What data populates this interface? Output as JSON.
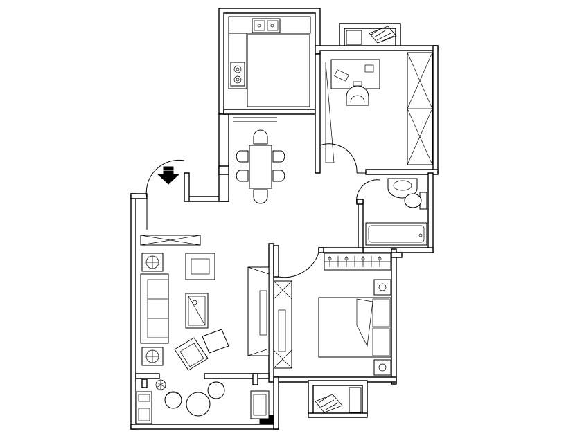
{
  "plan": {
    "line_color": "#000000",
    "background": "#ffffff",
    "entrance_icon": "down-arrow-icon",
    "rooms": [
      "kitchen",
      "study",
      "dining",
      "bathroom",
      "living-room",
      "bedroom",
      "balcony",
      "bedroom-balcony"
    ],
    "fixtures": [
      "double-sink",
      "gas-stove",
      "desk",
      "office-chair",
      "wardrobe",
      "dining-table",
      "dining-chair",
      "washbasin",
      "toilet",
      "bathtub",
      "armchair",
      "sofa",
      "coffee-table",
      "side-table-lamp",
      "tv-cabinet",
      "closet-rail",
      "double-bed",
      "nightstand",
      "round-table",
      "washing-machine",
      "utility-sink",
      "plant"
    ]
  }
}
